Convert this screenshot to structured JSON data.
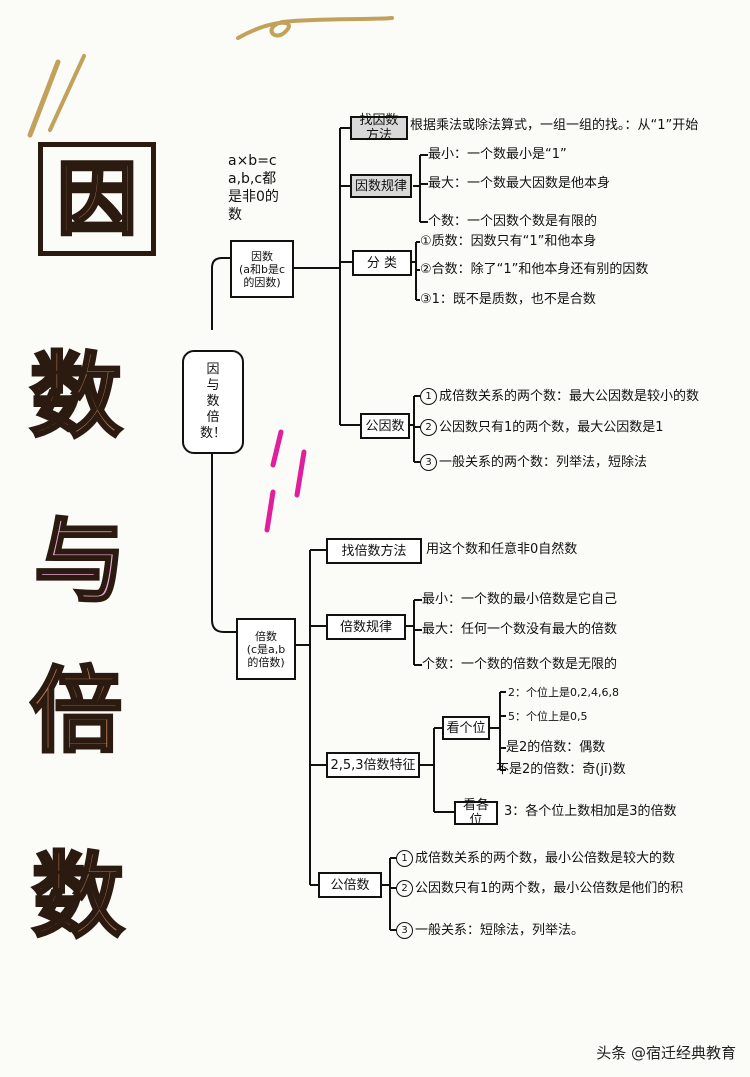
{
  "title_chars": [
    "因",
    "数",
    "与",
    "倍",
    "数"
  ],
  "definition": "a×b=c\na,b,c都\n是非0的\n数",
  "root": "因\n与\n数\n倍\n数！",
  "factor": {
    "node": "因数\n(a和b是c\n的因数)",
    "find": {
      "label": "找因数方法",
      "text": "根据乘法或除法算式，一组一组的找。：从“1”开始"
    },
    "rule": {
      "label": "因数规律",
      "items": [
        "最小：一个数最小是“1”",
        "最大：一个数最大因数是他本身",
        "个数：一个因数个数是有限的"
      ]
    },
    "classify": {
      "label": "分 类",
      "items": [
        "①质数：因数只有“1”和他本身",
        "②合数：除了“1”和他本身还有别的因数",
        "③1：既不是质数，也不是合数"
      ]
    },
    "common": {
      "label": "公因数",
      "items": [
        "成倍数关系的两个数：最大公因数是较小的数",
        "公因数只有1的两个数，最大公因数是1",
        "一般关系的两个数：列举法，短除法"
      ]
    }
  },
  "multiple": {
    "node": "倍数\n(c是a,b\n的倍数)",
    "find": {
      "label": "找倍数方法",
      "text": "用这个数和任意非0自然数"
    },
    "rule": {
      "label": "倍数规律",
      "items": [
        "最小：一个数的最小倍数是它自己",
        "最大：任何一个数没有最大的倍数",
        "个数：一个数的倍数个数是无限的"
      ]
    },
    "feature": {
      "label": "2,5,3倍数特征",
      "units": {
        "label": "看个位",
        "items": [
          "2：个位上是0,2,4,6,8",
          "5：个位上是0,5",
          "是2的倍数：偶数",
          "不是2的倍数：奇(jī)数"
        ]
      },
      "digits": {
        "label": "看各位",
        "text": "3：各个位上数相加是3的倍数"
      }
    },
    "common": {
      "label": "公倍数",
      "items": [
        "成倍数关系的两个数，最小公倍数是较大的数",
        "公因数只有1的两个数，最小公倍数是他们的积",
        "一般关系：短除法，列举法。"
      ]
    }
  },
  "watermark": "头条 @宿迁经典教育",
  "colors": {
    "title_brown": "#b5754f",
    "title_pink": "#e9a5d6",
    "gold": "#c2a15a",
    "magenta": "#e0209a"
  }
}
